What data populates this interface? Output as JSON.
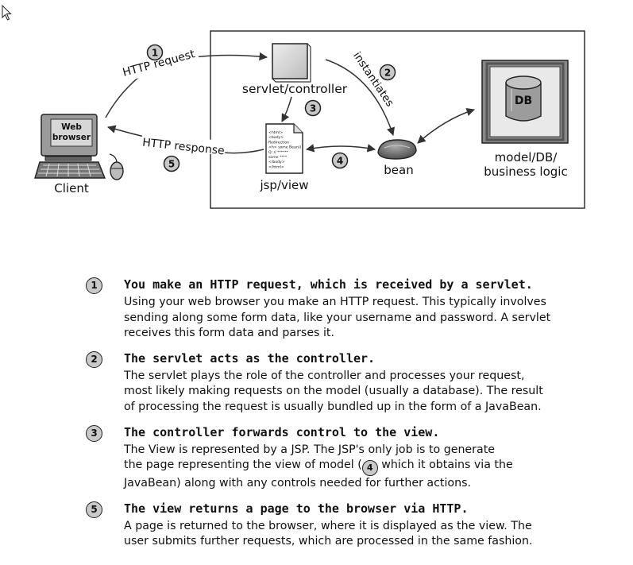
{
  "diagram": {
    "client_label": "Client",
    "browser_label_line1": "Web",
    "browser_label_line2": "browser",
    "http_request": "HTTP request",
    "http_response": "HTTP response",
    "servlet_label": "servlet/controller",
    "instantiates": "instantiates",
    "jsp_label": "jsp/view",
    "bean_label": "bean",
    "db_label": "DB",
    "model_line1": "model/DB/",
    "model_line2": "business logic",
    "num1": "1",
    "num2": "2",
    "num3": "3",
    "num4": "4",
    "num5": "5",
    "doc_lines": [
      "<html>",
      "<body>",
      "Redirection",
      "<h> some Bean()",
      "Q: // ******",
      "some ****",
      "</body>",
      "</html>"
    ]
  },
  "steps": [
    {
      "num": "1",
      "title": "You make an HTTP request, which is received by a servlet.",
      "lines": [
        "Using your web browser you make an HTTP request.  This typically involves",
        "sending along some form data, like your username and password.  A servlet",
        "receives this form data and parses it."
      ]
    },
    {
      "num": "2",
      "title": "The servlet acts as the controller.",
      "lines": [
        "The servlet plays the role of the controller and processes your request,",
        "most likely making requests on the model (usually a database). The result",
        "of processing the request is usually bundled up in the form of a JavaBean."
      ]
    },
    {
      "num": "3",
      "title": "The controller forwards control to the view.",
      "lines": [
        "The View is represented by a JSP.  The JSP's only job is to generate"
      ],
      "line2_before": "the page representing the view of model (",
      "line2_num": "4",
      "line2_after": " which it obtains via the",
      "line3": "JavaBean) along with any controls needed for further actions."
    },
    {
      "num": "5",
      "title": "The view returns a page to the browser via HTTP.",
      "lines": [
        "A page is returned to the browser, where it is displayed as the view. The",
        "user submits further requests, which are processed in the same fashion."
      ]
    }
  ]
}
